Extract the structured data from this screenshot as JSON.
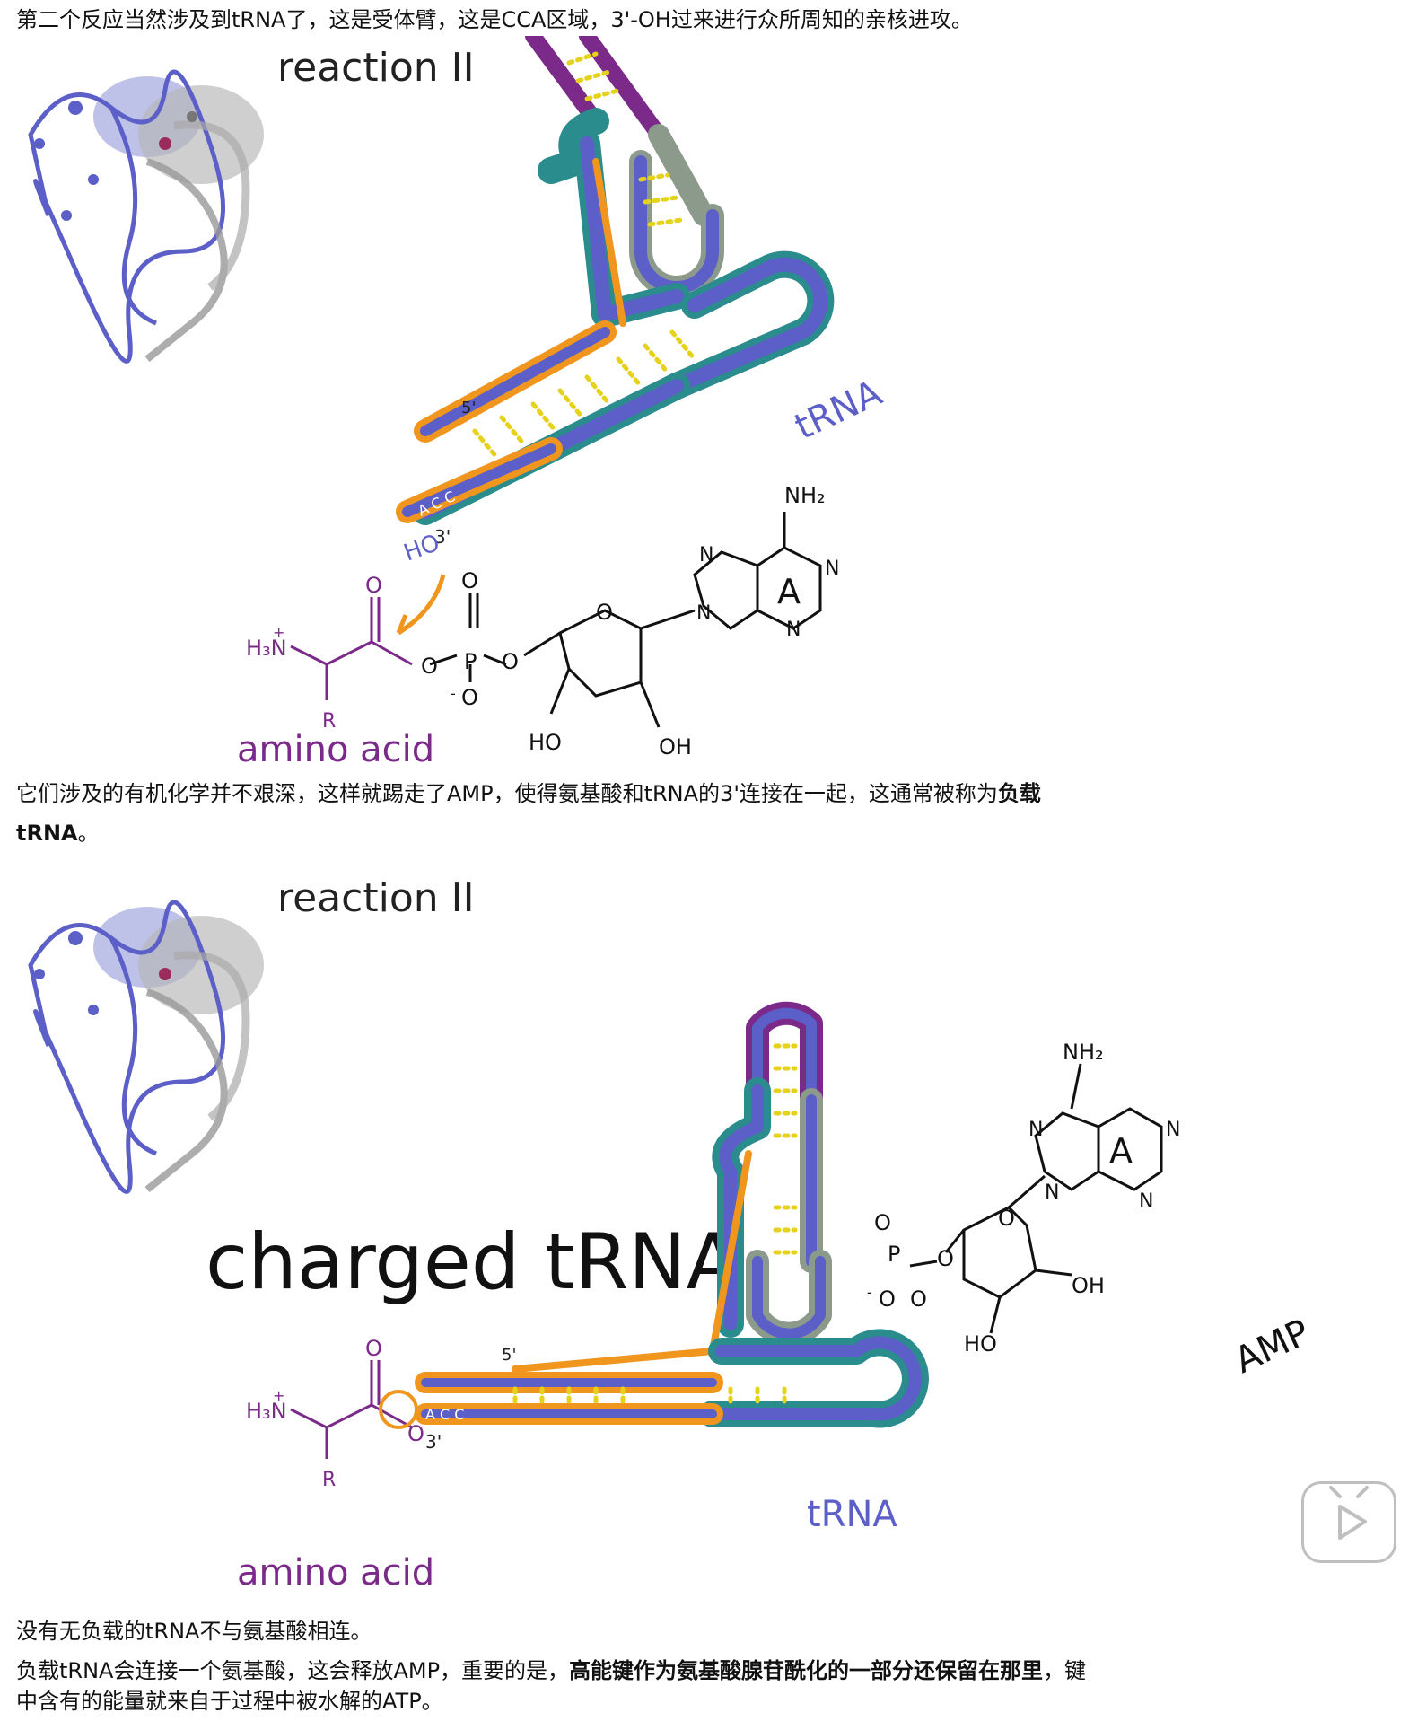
{
  "paragraphs": {
    "p1": "第二个反应当然涉及到tRNA了，这是受体臂，这是CCA区域，3'-OH过来进行众所周知的亲核进攻。",
    "p2_a": "它们涉及的有机化学并不艰深，这样就踢走了AMP，使得氨基酸和tRNA的3'连接在一起，这通常被称为",
    "p2_bold": "负载",
    "p2_line2_bold": "tRNA",
    "p2_line2_end": "。",
    "p3": "没有无负载的tRNA不与氨基酸相连。",
    "p4_a": "负载tRNA会连接一个氨基酸，这会释放AMP，重要的是，",
    "p4_bold": "高能键作为氨基酸腺苷酰化的一部分还保留在那里",
    "p4_b": "，键",
    "p4_line2": "中含有的能量就来自于过程中被水解的ATP。"
  },
  "figure1": {
    "title": "reaction II",
    "trna_label": "tRNA",
    "five_prime": "5'",
    "three_prime": "3'",
    "acc": "A C C",
    "ho": "HO",
    "amino_acid_label": "amino acid",
    "h3n": "H₃N",
    "plus": "+",
    "r": "R",
    "o": "O",
    "p": "P",
    "oh1": "HO",
    "oh2": "OH",
    "n": "N",
    "a": "A",
    "nh2": "NH₂",
    "minus": "-"
  },
  "figure2": {
    "title": "reaction II",
    "charged_label": "charged tRNA",
    "trna_label": "tRNA",
    "five_prime": "5'",
    "three_prime": "3'",
    "acc": "A C C",
    "amino_acid_label": "amino acid",
    "h3n": "H₃N",
    "plus": "+",
    "r": "R",
    "o": "O",
    "amp_label": "AMP",
    "nh2": "NH₂",
    "n": "N",
    "a": "A",
    "oh1": "HO",
    "oh2": "OH",
    "p": "P",
    "minus": "-"
  },
  "colors": {
    "purple": "#7b2a8a",
    "blue": "#5b5fc7",
    "teal": "#2a8c8c",
    "orange": "#f0961e",
    "yellow": "#e6d21a",
    "gray": "#8c9a8c"
  }
}
